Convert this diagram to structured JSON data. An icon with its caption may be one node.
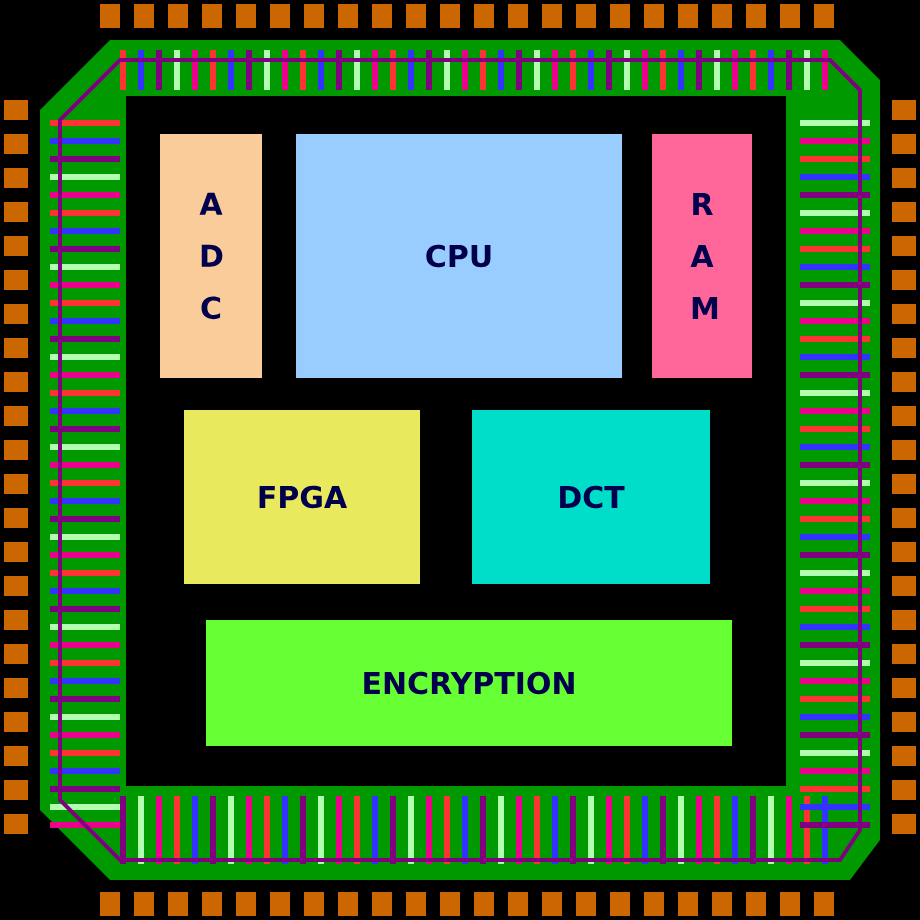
{
  "diagram": {
    "nodes": [
      {
        "text": [
          "A D C"
        ]
      },
      {
        "text": [
          "CPU"
        ]
      },
      {
        "text": [
          "R A M"
        ]
      },
      {
        "text": [
          "FPGA"
        ]
      },
      {
        "text": [
          "DCT"
        ]
      },
      {
        "text": [
          "ENCRYPTION"
        ]
      }
    ]
  }
}
